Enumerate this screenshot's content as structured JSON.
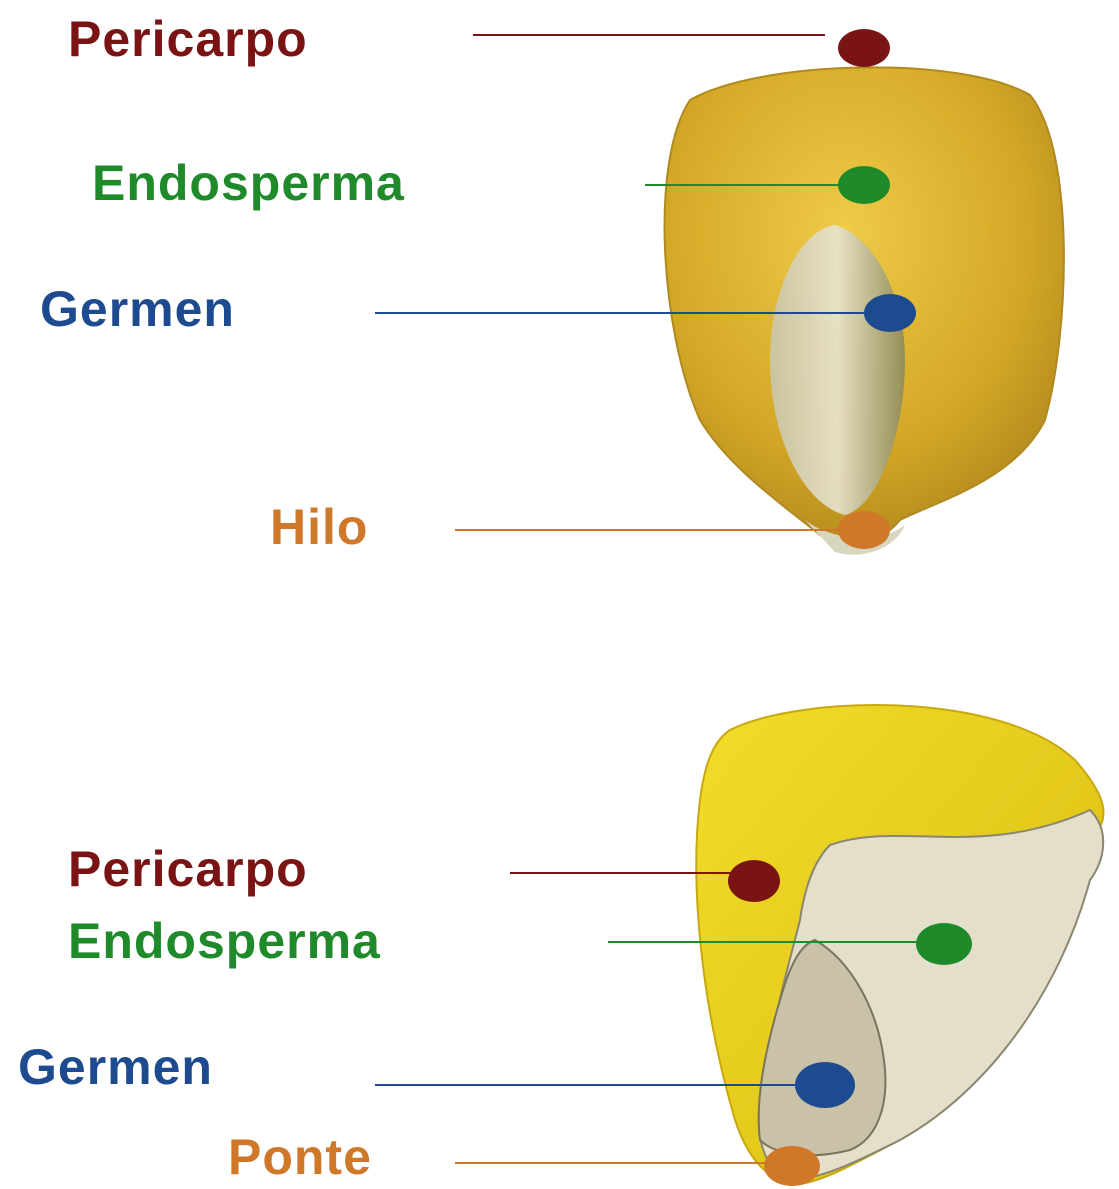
{
  "colors": {
    "pericarp": "#7a1414",
    "endosperm": "#1f8a2a",
    "germ": "#1e4b8f",
    "hilum": "#d0782a",
    "kernel_top": "#d9b12b",
    "kernel_side": "#e8cf1a",
    "endosperm_cut": "#e6e2cf"
  },
  "top_kernel": {
    "labels": [
      {
        "text": "Pericarpo",
        "color_key": "pericarp"
      },
      {
        "text": "Endosperma",
        "color_key": "endosperm"
      },
      {
        "text": "Germen",
        "color_key": "germ"
      },
      {
        "text": "Hilo",
        "color_key": "hilum"
      }
    ]
  },
  "bottom_kernel": {
    "labels": [
      {
        "text": "Pericarpo",
        "color_key": "pericarp"
      },
      {
        "text": "Endosperma",
        "color_key": "endosperm"
      },
      {
        "text": "Germen",
        "color_key": "germ"
      },
      {
        "text": "Ponte",
        "color_key": "hilum"
      }
    ]
  }
}
